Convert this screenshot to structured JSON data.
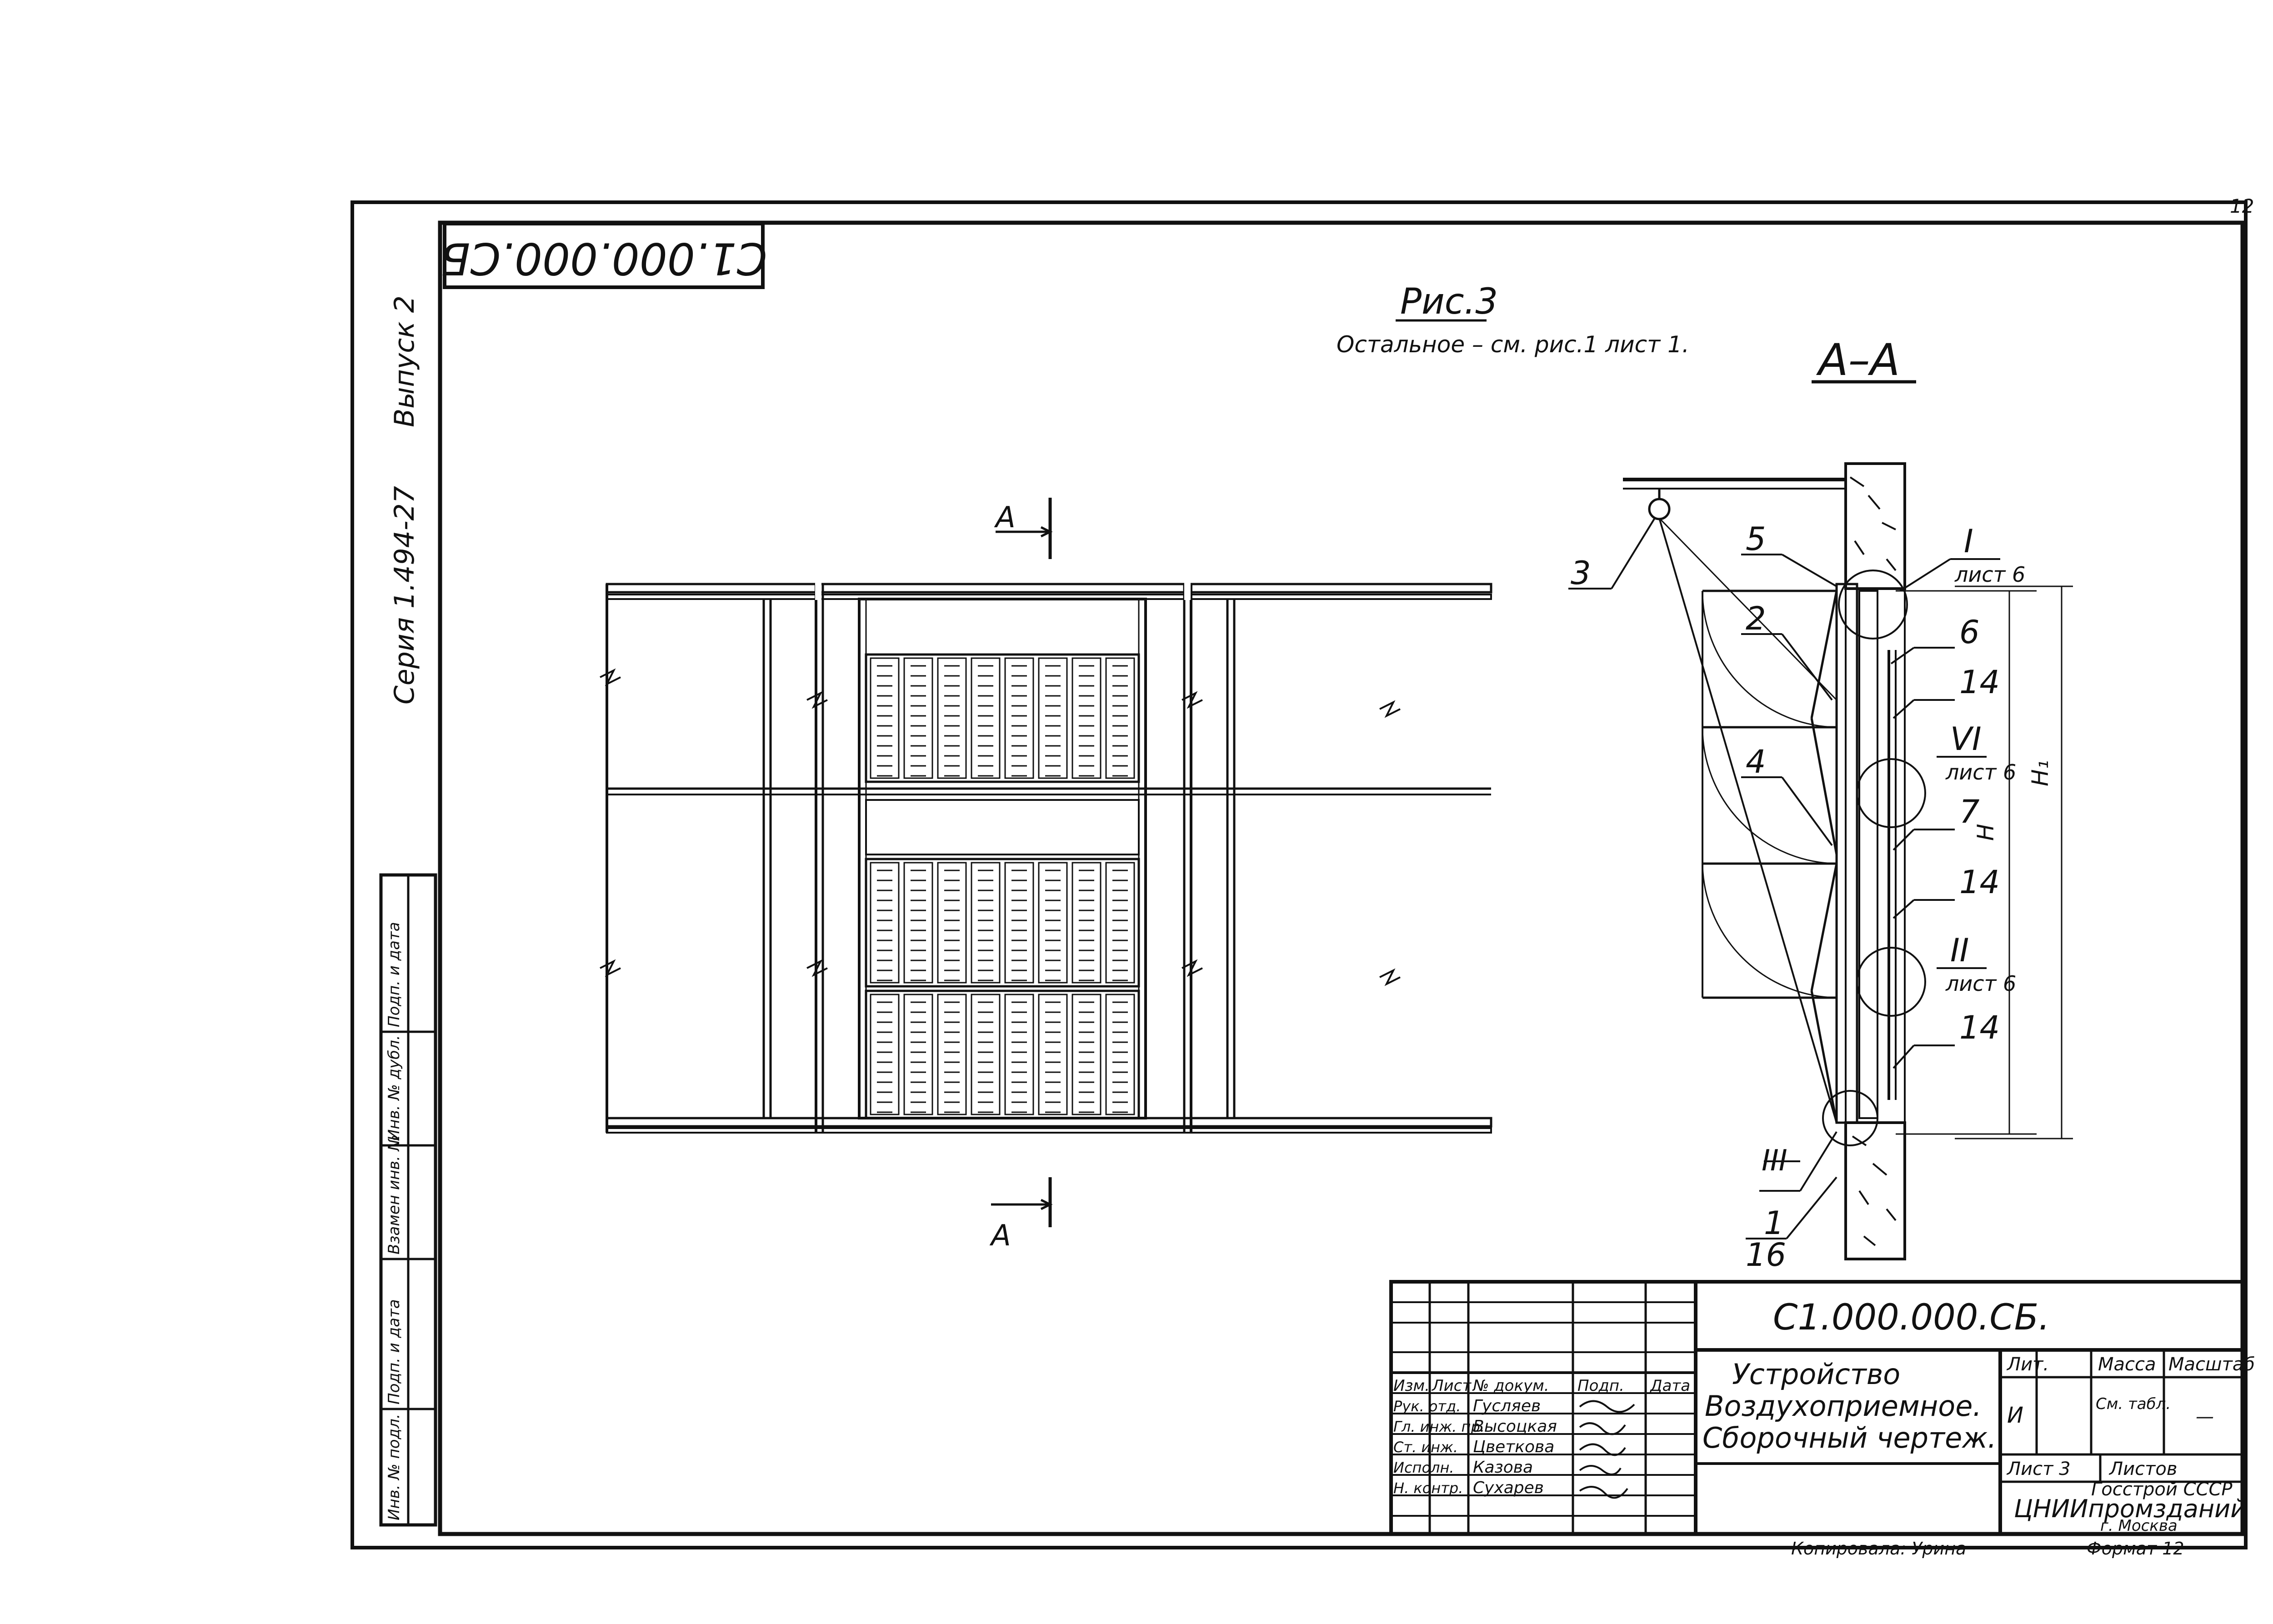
{
  "drawing": {
    "code_main": "С1.000.000.СБ.",
    "code_rotated": "С1.000.000.СБ",
    "corner_number": "12",
    "figure_title": "Рис.3",
    "figure_note": "Остальное – см. рис.1 лист 1.",
    "section_title": "А–А",
    "section_marker": "А",
    "series": "Серия 1.494-27",
    "issue": "Выпуск 2",
    "title_lines": [
      "Устройство",
      "Воздухоприемное.",
      "Сборочный чертеж."
    ],
    "org_lines": [
      "Госстрой СССР",
      "ЦНИИпромзданий",
      "г. Москва"
    ],
    "copied_by": "Копировала: Урина",
    "format": "Формат 12"
  },
  "callouts": {
    "c1": "1",
    "c2": "2",
    "c3": "3",
    "c4": "4",
    "c5": "5",
    "c6": "6",
    "c7": "7",
    "c14a": "14",
    "c14b": "14",
    "c14c": "14",
    "c16": "16",
    "detail_I": "I",
    "detail_VI": "VI",
    "detail_II": "II",
    "detail_III": "III",
    "sheet_ref": "лист 6",
    "dim_H": "H",
    "dim_H1": "H₁"
  },
  "left_strip": [
    "Инв. № подл.",
    "Подп. и дата",
    "Взамен инв. №",
    "Инв. № дубл.",
    "Подп. и дата"
  ],
  "title_block": {
    "header": [
      "Изм.",
      "Лист",
      "№ докум.",
      "Подп.",
      "Дата"
    ],
    "roles": [
      "Рук. отд.",
      "Гл. инж. пр.",
      "Ст. инж.",
      "Исполн.",
      "Н. контр."
    ],
    "names": [
      "Гусляев",
      "Высоцкая",
      "Цветкова",
      "Казова",
      "Сухарев"
    ],
    "lit_header": "Лит.",
    "mass_header": "Масса",
    "scale_header": "Масштаб",
    "lit_value": "И",
    "mass_value": "См. табл.",
    "scale_value": "—",
    "sheet_label": "Лист 3",
    "sheets_label": "Листов"
  }
}
